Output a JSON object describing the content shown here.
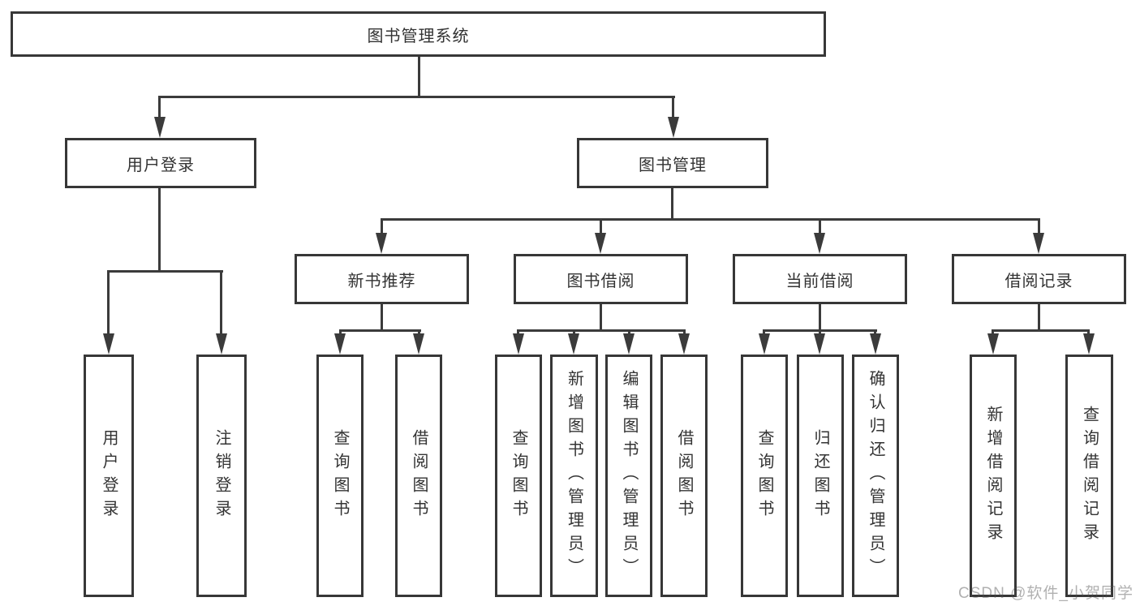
{
  "tree": {
    "root": {
      "label": "图书管理系统"
    },
    "level2": [
      {
        "label": "用户登录",
        "children": [
          {
            "label": "用户登录"
          },
          {
            "label": "注销登录"
          }
        ]
      },
      {
        "label": "图书管理",
        "children": [
          {
            "label": "新书推荐",
            "children": [
              {
                "label": "查询图书"
              },
              {
                "label": "借阅图书"
              }
            ]
          },
          {
            "label": "图书借阅",
            "children": [
              {
                "label": "查询图书"
              },
              {
                "label": "新增图书（管理员）"
              },
              {
                "label": "编辑图书（管理员）"
              },
              {
                "label": "借阅图书"
              }
            ]
          },
          {
            "label": "当前借阅",
            "children": [
              {
                "label": "查询图书"
              },
              {
                "label": "归还图书"
              },
              {
                "label": "确认归还（管理员）"
              }
            ]
          },
          {
            "label": "借阅记录",
            "children": [
              {
                "label": "新增借阅记录"
              },
              {
                "label": "查询借阅记录"
              }
            ]
          }
        ]
      }
    ]
  },
  "watermark": {
    "text": "CSDN @软件_小贺同学"
  },
  "colors": {
    "line": "#3b3b3b",
    "box_border": "#373737",
    "text": "#333333",
    "background": "#ffffff",
    "watermark_gray": "#9b9b9b"
  }
}
